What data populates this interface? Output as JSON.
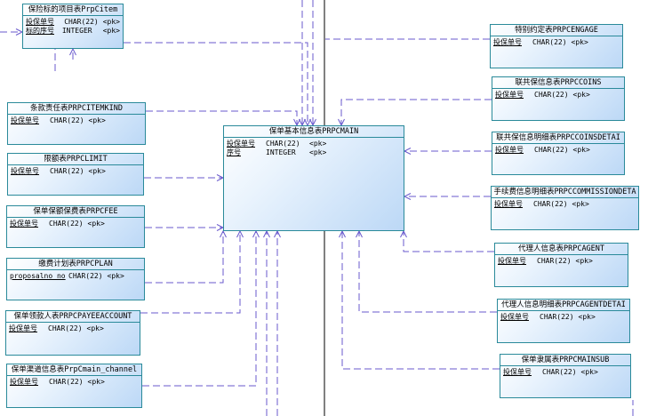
{
  "entities": [
    {
      "id": "prpcitem",
      "title": "保险标的项目表PrpCitem",
      "attrs": [
        {
          "name": "投保单号",
          "type": "CHAR(22)",
          "key": "<pk>"
        },
        {
          "name": "标的序号",
          "type": "INTEGER",
          "key": "<pk>"
        }
      ]
    },
    {
      "id": "prpcitemkind",
      "title": "条款责任表PRPCITEMKIND",
      "attrs": [
        {
          "name": "投保单号",
          "type": "CHAR(22)",
          "key": "<pk>"
        }
      ]
    },
    {
      "id": "prpclimit",
      "title": "限额表PRPCLIMIT",
      "attrs": [
        {
          "name": "投保单号",
          "type": "CHAR(22)",
          "key": "<pk>"
        }
      ]
    },
    {
      "id": "prpcfee",
      "title": "保单保额保费表PRPCFEE",
      "attrs": [
        {
          "name": "投保单号",
          "type": "CHAR(22)",
          "key": "<pk>"
        }
      ]
    },
    {
      "id": "prpcplan",
      "title": "缴费计划表PRPCPLAN",
      "attrs": [
        {
          "name": "proposalno_no",
          "type": "CHAR(22)",
          "key": "<pk>"
        }
      ]
    },
    {
      "id": "prpcpayeeaccount",
      "title": "保单领款人表PRPCPAYEEACCOUNT",
      "attrs": [
        {
          "name": "投保单号",
          "type": "CHAR(22)",
          "key": "<pk>"
        }
      ]
    },
    {
      "id": "prpcmain_channel",
      "title": "保单渠道信息表PrpCmain_channel",
      "attrs": [
        {
          "name": "投保单号",
          "type": "CHAR(22)",
          "key": "<pk>"
        }
      ]
    },
    {
      "id": "prpcmain",
      "title": "保单基本信息表PRPCMAIN",
      "attrs": [
        {
          "name": "投保单号",
          "type": "CHAR(22)",
          "key": "<pk>"
        },
        {
          "name": "序号",
          "type": "INTEGER",
          "key": "<pk>"
        }
      ]
    },
    {
      "id": "prpcengage",
      "title": "特别约定表PRPCENGAGE",
      "attrs": [
        {
          "name": "投保单号",
          "type": "CHAR(22)",
          "key": "<pk>"
        }
      ]
    },
    {
      "id": "prpccoins",
      "title": "联共保信息表PRPCCOINS",
      "attrs": [
        {
          "name": "投保单号",
          "type": "CHAR(22)",
          "key": "<pk>"
        }
      ]
    },
    {
      "id": "prpccoinsdetail",
      "title": "联共保信息明细表PRPCCOINSDETAI",
      "attrs": [
        {
          "name": "投保单号",
          "type": "CHAR(22)",
          "key": "<pk>"
        }
      ]
    },
    {
      "id": "prpccommissiondetail",
      "title": "手续费信息明细表PRPCCOMMISSIONDETA",
      "attrs": [
        {
          "name": "投保单号",
          "type": "CHAR(22)",
          "key": "<pk>"
        }
      ]
    },
    {
      "id": "prpcagent",
      "title": "代理人信息表PRPCAGENT",
      "attrs": [
        {
          "name": "投保单号",
          "type": "CHAR(22)",
          "key": "<pk>"
        }
      ]
    },
    {
      "id": "prpcagentdetail",
      "title": "代理人信息明细表PRPCAGENTDETAI",
      "attrs": [
        {
          "name": "投保单号",
          "type": "CHAR(22)",
          "key": "<pk>"
        }
      ]
    },
    {
      "id": "prpcmainsub",
      "title": "保单隶属表PRPCMAINSUB",
      "attrs": [
        {
          "name": "投保单号",
          "type": "CHAR(22)",
          "key": "<pk>"
        }
      ]
    }
  ],
  "colors": {
    "edge": "#6a5acd",
    "border": "#2a8a9a",
    "divider": "#000000"
  }
}
